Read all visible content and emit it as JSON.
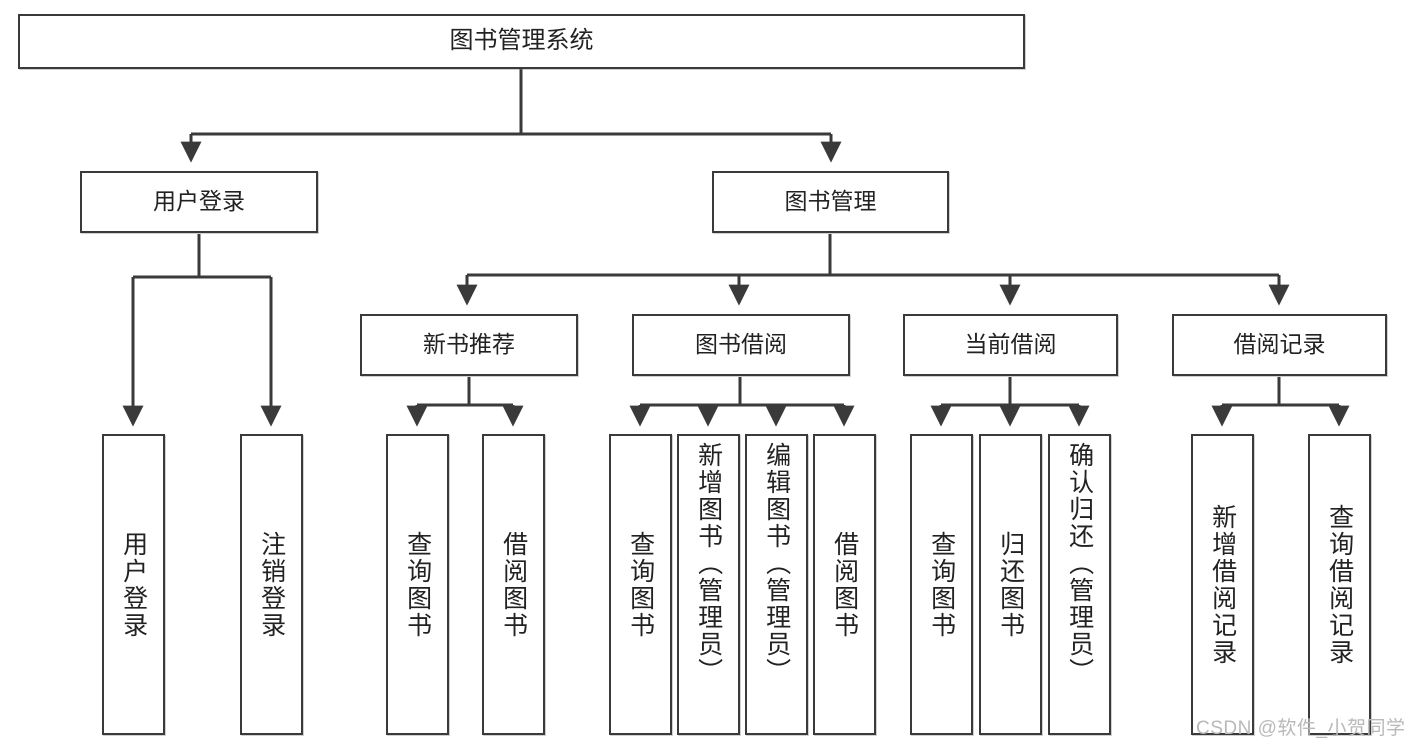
{
  "diagram": {
    "type": "tree",
    "title": "图书管理系统",
    "root": {
      "label": "图书管理系统"
    },
    "level1": [
      {
        "label": "用户登录"
      },
      {
        "label": "图书管理"
      }
    ],
    "level2": [
      {
        "label": "新书推荐"
      },
      {
        "label": "图书借阅"
      },
      {
        "label": "当前借阅"
      },
      {
        "label": "借阅记录"
      }
    ],
    "leaves": {
      "user_login": [
        {
          "label": "用户登录"
        },
        {
          "label": "注销登录"
        }
      ],
      "new_book_recommend": [
        {
          "label": "查询图书"
        },
        {
          "label": "借阅图书"
        }
      ],
      "book_borrow": [
        {
          "label": "查询图书"
        },
        {
          "label": "新增图书（管理员）"
        },
        {
          "label": "编辑图书（管理员）"
        },
        {
          "label": "借阅图书"
        }
      ],
      "current_borrow": [
        {
          "label": "查询图书"
        },
        {
          "label": "归还图书"
        },
        {
          "label": "确认归还（管理员）"
        }
      ],
      "borrow_record": [
        {
          "label": "新增借阅记录"
        },
        {
          "label": "查询借阅记录"
        }
      ]
    }
  },
  "watermark": {
    "text": "CSDN @软件_小贺同学"
  },
  "colors": {
    "stroke": "#3a3a3a",
    "fill": "#ffffff",
    "text": "#222222",
    "watermark": "#b9b9b9"
  }
}
